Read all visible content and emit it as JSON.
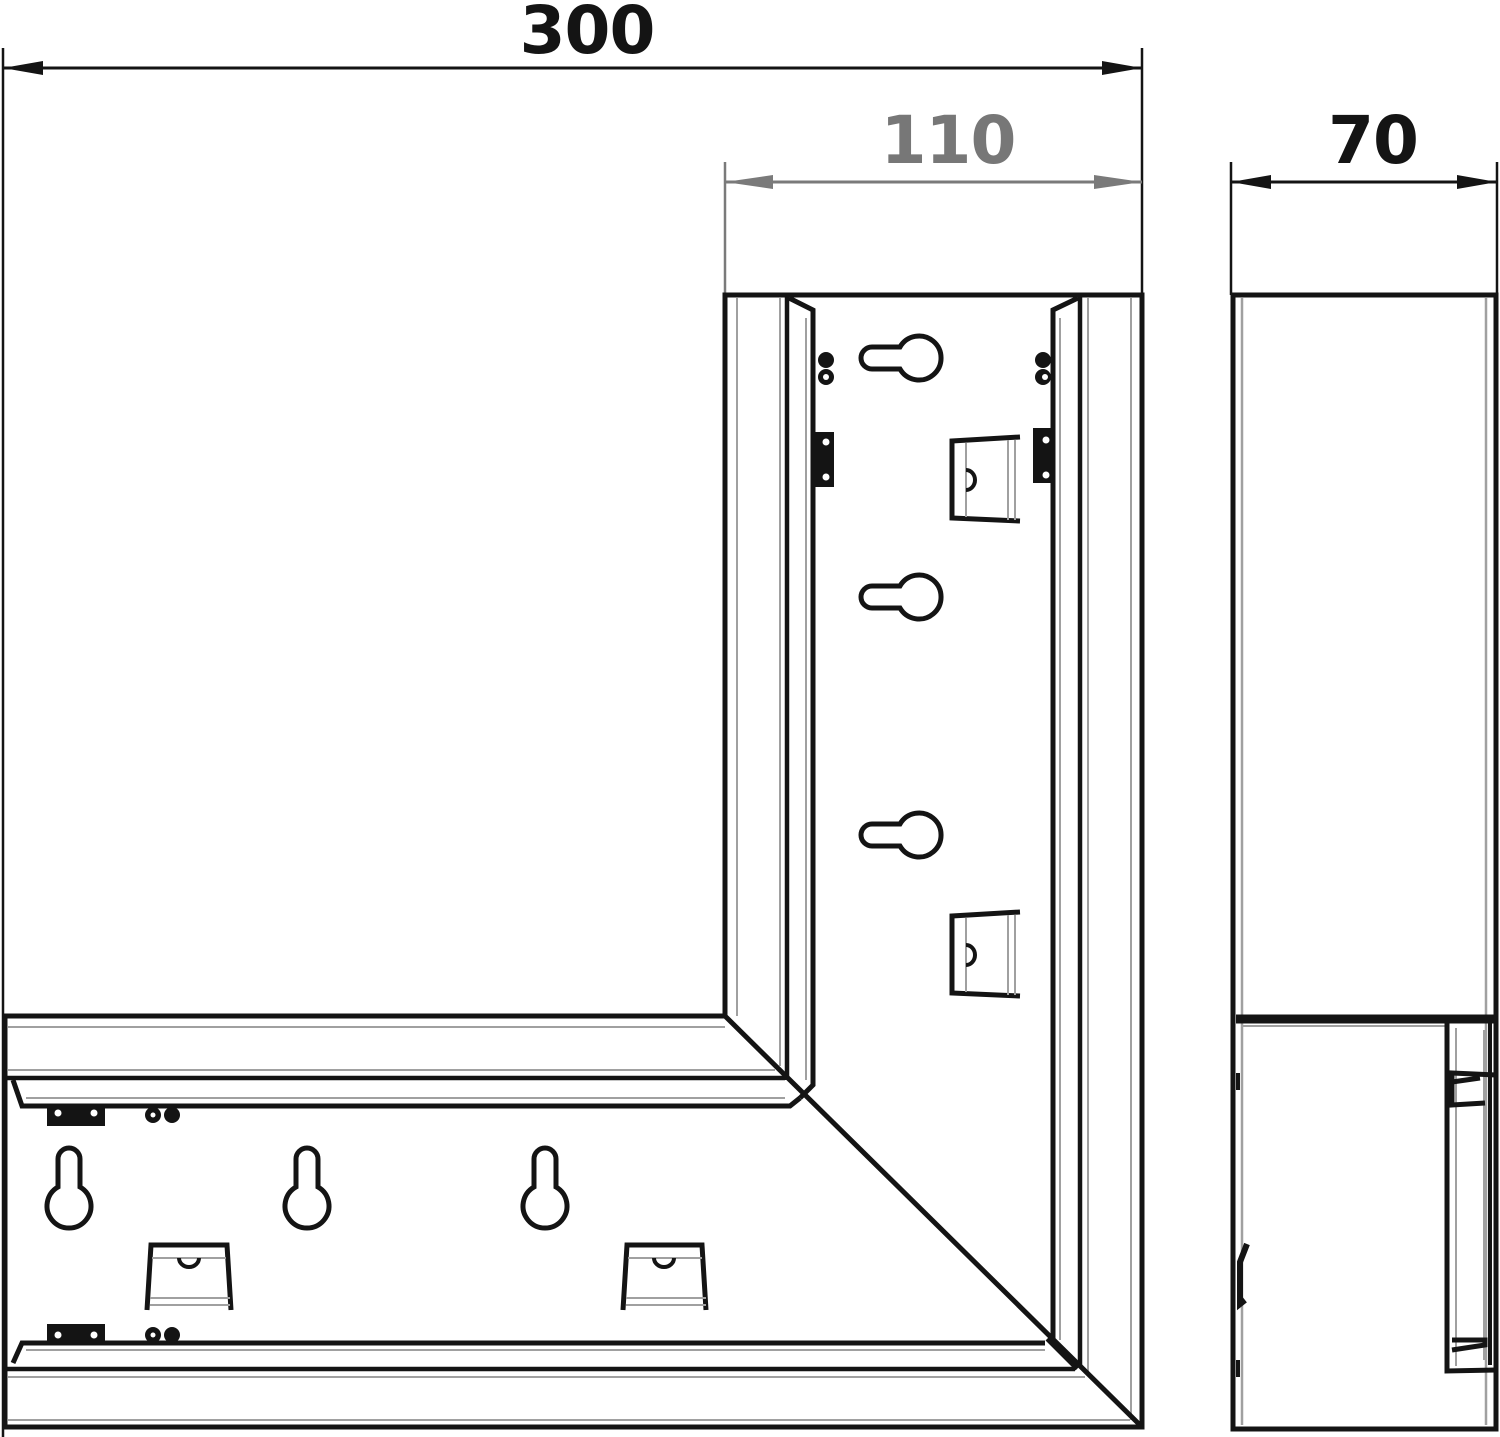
{
  "drawing": {
    "title": "Flat angle for cable trunking – technical dimension drawing",
    "units": "mm",
    "views": [
      {
        "name": "front-view",
        "description": "L-shaped flat angle, top view"
      },
      {
        "name": "side-view",
        "description": "Side profile of trunking"
      }
    ]
  },
  "dimensions": {
    "overall_width": {
      "label": "300",
      "value": 300,
      "color": "#141414"
    },
    "leg_width": {
      "label": "110",
      "value": 110,
      "color": "#777777"
    },
    "depth": {
      "label": "70",
      "value": 70,
      "color": "#141414"
    }
  },
  "features": {
    "keyhole_slots_vertical_leg": 3,
    "keyhole_slots_horizontal_leg": 3,
    "cable_clips_vertical_leg": 2,
    "cable_clips_horizontal_leg": 2,
    "edge_brackets_per_leg": 4
  },
  "colors": {
    "line": "#141414",
    "secondary_line": "#a0a0a0",
    "dimension_gray": "#777777",
    "background": "#ffffff"
  }
}
